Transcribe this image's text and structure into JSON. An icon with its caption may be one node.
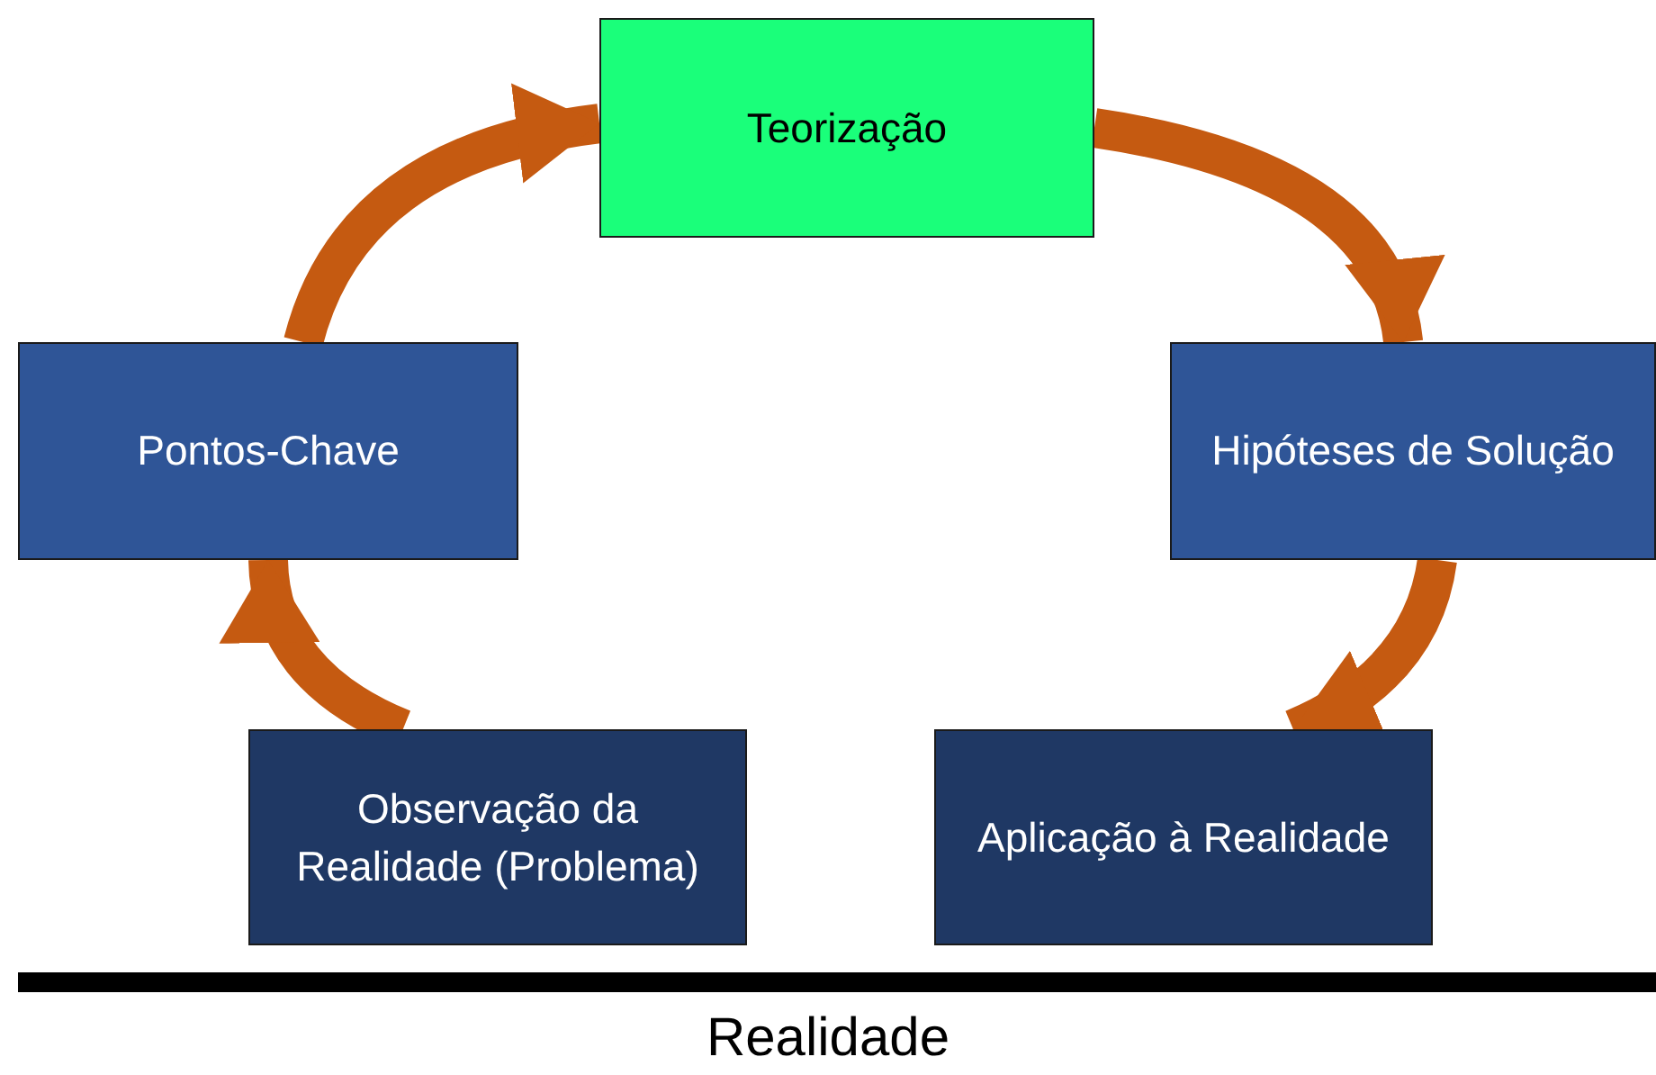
{
  "diagram": {
    "nodes": [
      {
        "text": [
          "Teorização"
        ]
      },
      {
        "text": [
          "Pontos-Chave"
        ]
      },
      {
        "text": [
          "Hipóteses de Solução"
        ]
      },
      {
        "text": [
          "Observação da Realidade (Problema)"
        ]
      },
      {
        "text": [
          "Aplicação à Realidade"
        ]
      }
    ],
    "edges": [
      {
        "from": 3,
        "to": 1,
        "arrow": "to"
      },
      {
        "from": 1,
        "to": 0,
        "arrow": "to"
      },
      {
        "from": 0,
        "to": 2,
        "arrow": "to"
      },
      {
        "from": 2,
        "to": 4,
        "arrow": "to"
      }
    ],
    "labels": [
      "Realidade"
    ]
  }
}
